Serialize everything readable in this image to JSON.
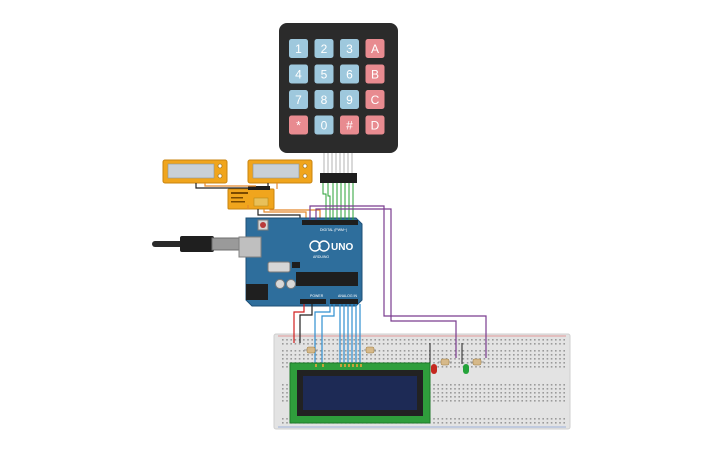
{
  "keypad": {
    "keys": [
      [
        "1",
        "2",
        "3",
        "A"
      ],
      [
        "4",
        "5",
        "6",
        "B"
      ],
      [
        "7",
        "8",
        "9",
        "C"
      ],
      [
        "*",
        "0",
        "#",
        "D"
      ]
    ]
  },
  "arduino": {
    "brand": "ARDUINO",
    "model": "UNO",
    "header_labels": {
      "digital": "DIGITAL (PWM~)",
      "power": "POWER",
      "analog": "ANALOG IN"
    }
  },
  "colors": {
    "board": "#2e6e9c",
    "board_dark": "#1f5077",
    "keypad_body": "#2b2b2b",
    "key_number": "#9ec8dd",
    "key_letter": "#e88b90",
    "breadboard": "#e3e3e3",
    "lcd_pcb": "#2f9e3c",
    "lcd_screen": "#1d2a55",
    "sensor_board": "#f0a51d",
    "wire_green": "#2aa136",
    "wire_purple": "#7a3c8f",
    "wire_blue": "#2f8fd0",
    "wire_orange": "#e4882a",
    "wire_red": "#d11f1f",
    "wire_black": "#222222",
    "led_red": "#c4281f",
    "led_green": "#24a33a"
  }
}
